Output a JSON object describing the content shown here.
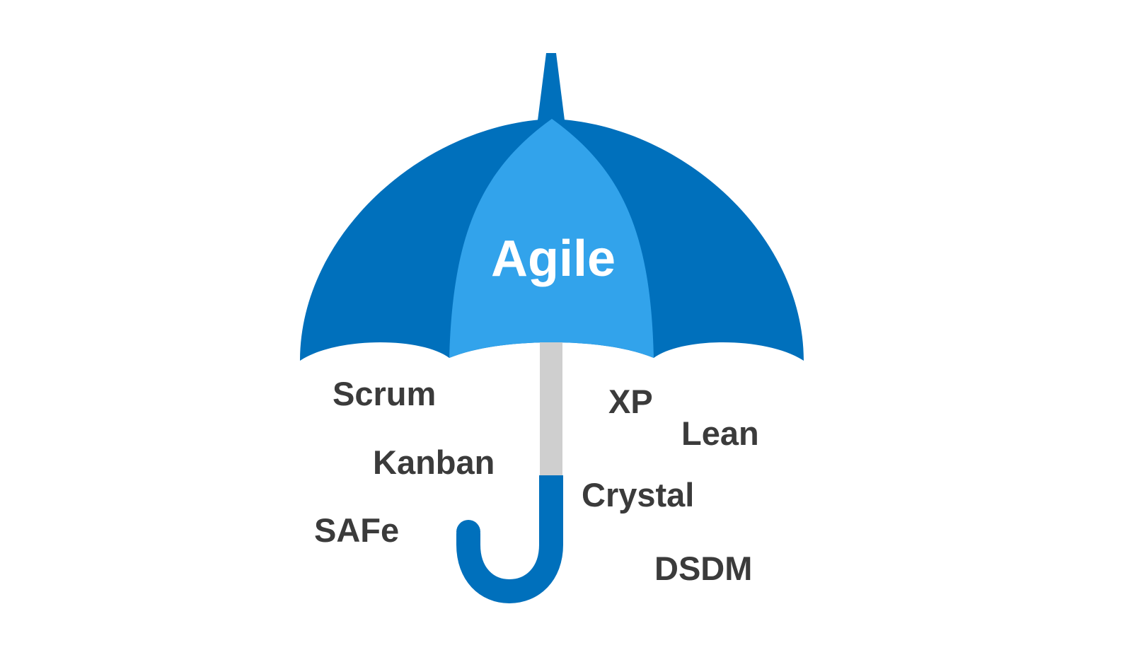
{
  "umbrella": {
    "title": "Agile",
    "colors": {
      "canopy_dark": "#0070bc",
      "canopy_light": "#32a3eb",
      "handle_upper": "#cfcfcf",
      "handle_lower": "#0070bc",
      "title_text": "#ffffff"
    }
  },
  "frameworks": {
    "scrum": "Scrum",
    "kanban": "Kanban",
    "safe": "SAFe",
    "xp": "XP",
    "lean": "Lean",
    "crystal": "Crystal",
    "dsdm": "DSDM",
    "text_color": "#3b3b3b"
  }
}
